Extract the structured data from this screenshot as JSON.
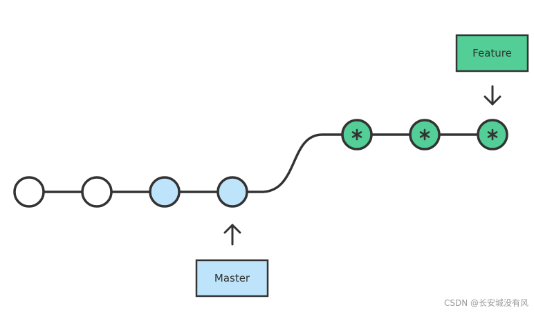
{
  "labels": {
    "master": "Master",
    "feature": "Feature"
  },
  "watermark": "CSDN @长安城没有风",
  "colors": {
    "line": "#333333",
    "commit_plain_fill": "#ffffff",
    "commit_master_fill": "#bde4fb",
    "commit_feature_fill": "#52ce96",
    "master_label_fill": "#bde4fb",
    "feature_label_fill": "#52ce96"
  },
  "commits": {
    "main_branch": [
      "plain",
      "plain",
      "master",
      "master"
    ],
    "feature_branch": [
      "feature",
      "feature",
      "feature"
    ],
    "feature_commit_marker": "asterisk"
  },
  "pointers": {
    "master": {
      "target": "main_branch.3",
      "arrow": "arrow-up-icon"
    },
    "feature": {
      "target": "feature_branch.2",
      "arrow": "arrow-down-icon"
    }
  }
}
